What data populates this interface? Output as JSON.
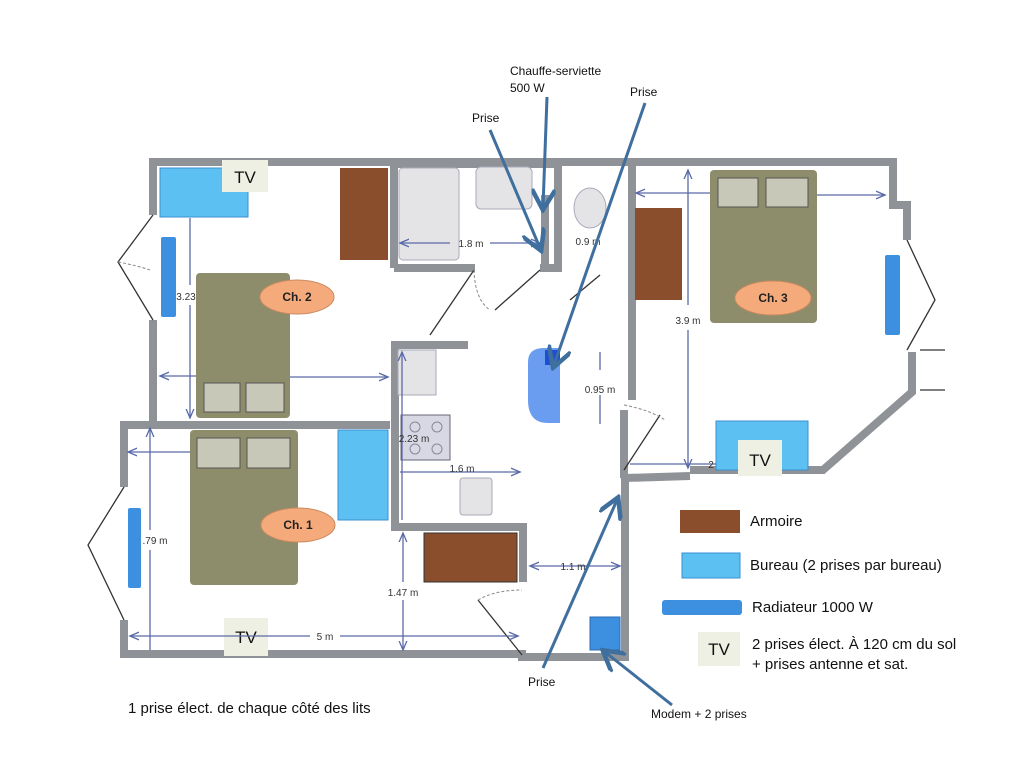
{
  "rooms": {
    "ch1": "Ch. 1",
    "ch2": "Ch. 2",
    "ch3": "Ch. 3"
  },
  "tv_label": "TV",
  "dimensions": {
    "bath": "1.8 m",
    "wc": "0.9 m",
    "ch2_depth": "3.23",
    "hall_shower": "0.95 m",
    "kitchen_height": "2.23 m",
    "kitchen_width": "1.6 m",
    "ch1_depth": ".79 m",
    "ch1_gap": "1.47 m",
    "ch1_width": "5 m",
    "hall_width": "1.1 m",
    "ch3_depth": "3.9 m",
    "ch3_width": "2"
  },
  "annotations": {
    "towel_heater_line1": "Chauffe-serviette",
    "towel_heater_line2": "500 W",
    "prise_bath": "Prise",
    "prise_top": "Prise",
    "prise_bottom": "Prise",
    "modem": "Modem + 2 prises",
    "bed_outlets": "1 prise élect. de chaque côté des lits"
  },
  "legend": {
    "armoire": "Armoire",
    "bureau": "Bureau (2 prises par bureau)",
    "radiateur": "Radiateur 1000 W",
    "tv": "TV",
    "tv_line1": "2 prises élect. À 120 cm du sol",
    "tv_line2": "+ prises antenne et sat."
  },
  "colors": {
    "armoire": "#8a4e2c",
    "bureau": "#5cc0f2",
    "radiateur": "#3d8fe0",
    "bed": "#8e8d6b",
    "room_label": "#f5aa7c",
    "wall": "#8f9296"
  }
}
